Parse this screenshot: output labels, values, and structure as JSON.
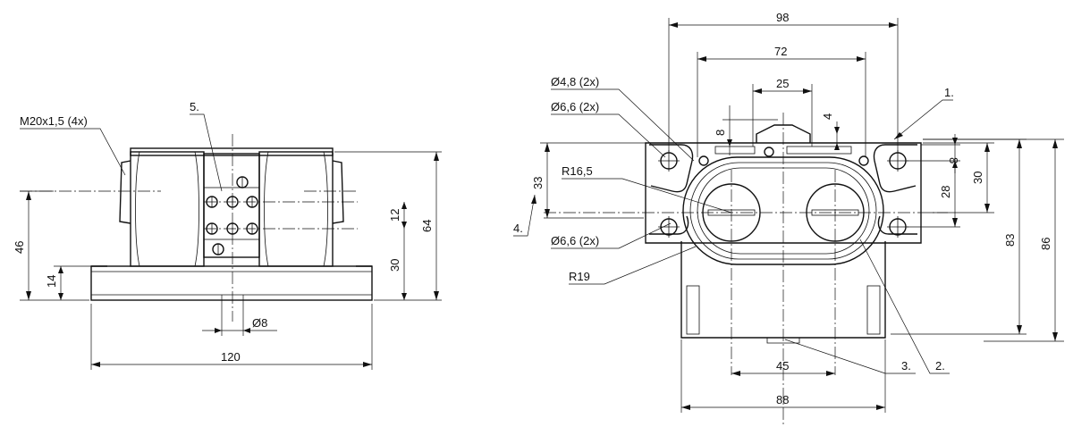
{
  "left_view": {
    "thread_label": "M20x1,5  (4x)",
    "item_5": "5.",
    "dim_46": "46",
    "dim_14": "14",
    "dim_12": "12",
    "dim_30": "30",
    "dim_64": "64",
    "dim_dia8": "Ø8",
    "dim_120": "120"
  },
  "right_view": {
    "dim_98": "98",
    "dim_72": "72",
    "dim_25": "25",
    "dim_8_top": "8",
    "dim_4": "4",
    "hole_48": "Ø4,8  (2x)",
    "hole_66_top": "Ø6,6  (2x)",
    "radius_165": "R16,5",
    "dim_33": "33",
    "item_4": "4.",
    "hole_66_bottom": "Ø6,6  (2x)",
    "radius_19": "R19",
    "item_1": "1.",
    "dim_8_right": "8",
    "dim_28": "28",
    "dim_30_right": "30",
    "dim_83": "83",
    "dim_86": "86",
    "dim_45": "45",
    "item_3": "3.",
    "item_2": "2.",
    "dim_88": "88"
  }
}
